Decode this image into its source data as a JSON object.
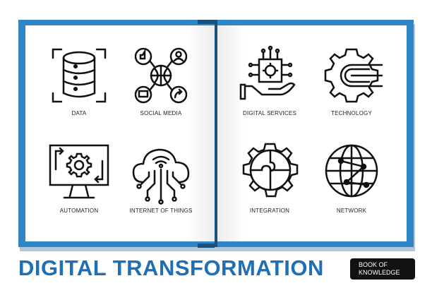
{
  "items": [
    {
      "label": "DATA",
      "icon": "database-icon"
    },
    {
      "label": "SOCIAL MEDIA",
      "icon": "social-media-icon"
    },
    {
      "label": "DIGITAL SERVICES",
      "icon": "digital-services-icon"
    },
    {
      "label": "TECHNOLOGY",
      "icon": "technology-gear-icon"
    },
    {
      "label": "AUTOMATION",
      "icon": "automation-monitor-icon"
    },
    {
      "label": "INTERNET OF THINGS",
      "icon": "iot-cloud-icon"
    },
    {
      "label": "INTEGRATION",
      "icon": "puzzle-gear-icon"
    },
    {
      "label": "NETWORK",
      "icon": "globe-network-icon"
    }
  ],
  "title": "DIGITAL TRANSFORMATION",
  "badge": {
    "line1": "BOOK OF",
    "line2": "KNOWLEDGE"
  },
  "colors": {
    "accent": "#2f86c6",
    "title": "#1f6fb5",
    "badge_bg": "#111111"
  }
}
